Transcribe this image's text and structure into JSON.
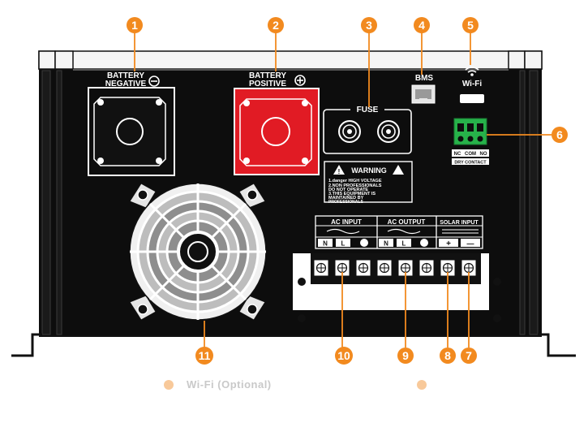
{
  "colors": {
    "marker": "#f28a1f",
    "panel": "#0d0d0d",
    "positive_terminal": "#e11b24",
    "green_connector": "#27b24a",
    "terminal_block": "#ffffff"
  },
  "markers": [
    "1",
    "2",
    "3",
    "4",
    "5",
    "6",
    "7",
    "8",
    "9",
    "10",
    "11"
  ],
  "labels": {
    "battery_negative_line1": "BATTERY",
    "battery_negative_line2": "NEGATIVE",
    "battery_positive_line1": "BATTERY",
    "battery_positive_line2": "POSITIVE",
    "fuse": "FUSE",
    "bms": "BMS",
    "wifi": "Wi-Fi",
    "dry_contact_pins": [
      "NC",
      "COM",
      "NO"
    ],
    "dry_contact": "DRY CONTACT",
    "warning_title": "WARNING",
    "warning_lines": [
      "1.danger HIGH VOLTAGE",
      "2.NON PROFESSIONALS",
      "DO NOT OPERATE",
      "3.THIS EQUIPMENT IS",
      "MAINTAINED BY",
      "PROFESSIONALS"
    ],
    "ac_input": "AC INPUT",
    "ac_output": "AC OUTPUT",
    "solar_input": "SOLAR INPUT",
    "terminal_letters": [
      "N",
      "L",
      "N",
      "L",
      "+",
      "—"
    ],
    "footer_fragment": "Wi-Fi (Optional)"
  }
}
